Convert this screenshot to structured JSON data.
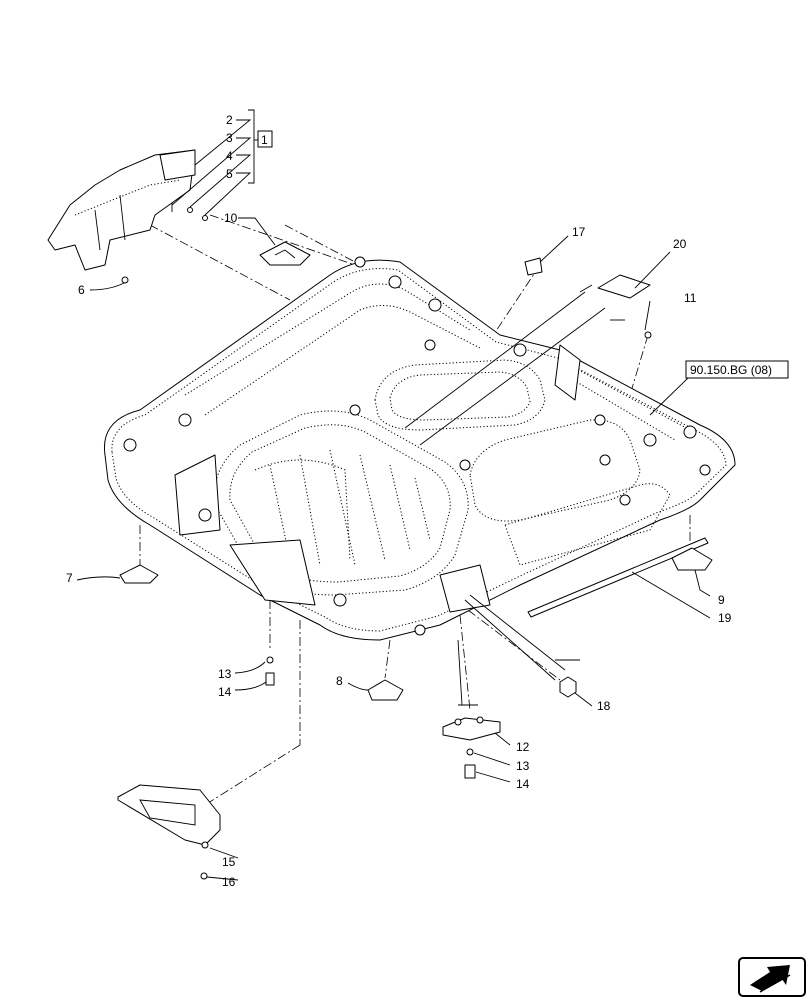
{
  "callouts": {
    "c1": "1",
    "c2": "2",
    "c3": "3",
    "c4": "4",
    "c5": "5",
    "c6": "6",
    "c7": "7",
    "c8": "8",
    "c9": "9",
    "c10": "10",
    "c11": "11",
    "c12": "12",
    "c13a": "13",
    "c13b": "13",
    "c14a": "14",
    "c14b": "14",
    "c15": "15",
    "c16": "16",
    "c17": "17",
    "c18": "18",
    "c19": "19",
    "c20": "20"
  },
  "reference": "90.150.BG (08)",
  "icons": {
    "nav": "next-page-arrow-icon"
  }
}
